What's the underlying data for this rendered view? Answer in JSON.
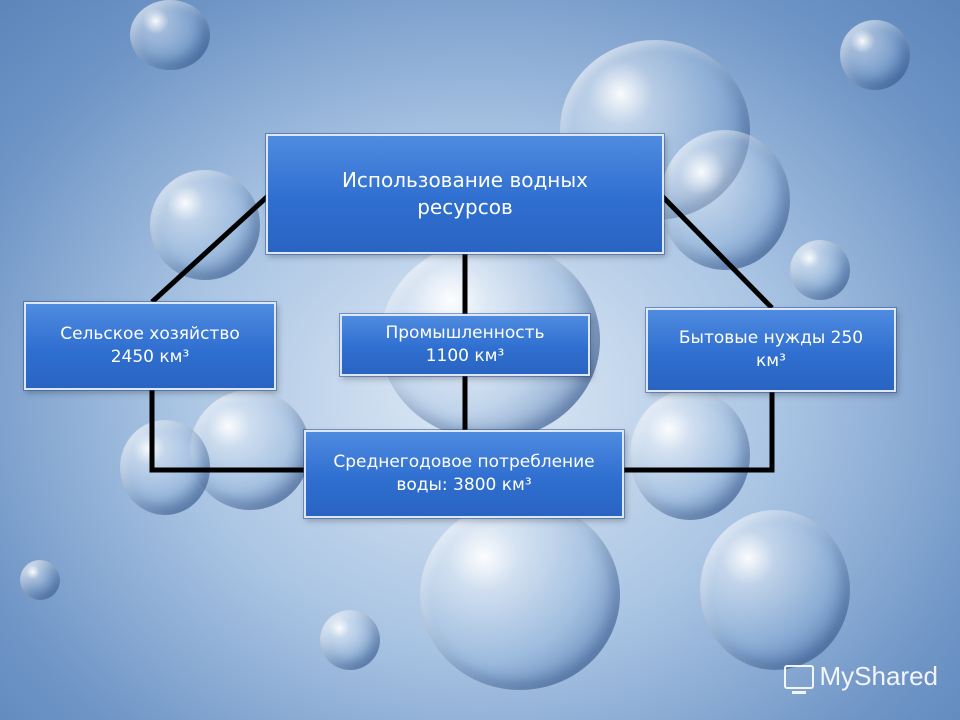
{
  "diagram": {
    "root": {
      "label": "Использование водных\nресурсов"
    },
    "branches": [
      {
        "id": "agriculture",
        "label": "Сельское хозяйство\n2450 км³"
      },
      {
        "id": "industry",
        "label": "Промышленность\n1100 км³"
      },
      {
        "id": "household",
        "label": "Бытовые нужды 250\nкм³"
      }
    ],
    "total": {
      "label": "Среднегодовое потребление\nводы: 3800 км³"
    }
  },
  "watermark": {
    "text": "MyShared",
    "icon": "monitor-icon"
  },
  "colors": {
    "box": "#2f6fd0",
    "box_border": "#dce8fa",
    "connector": "#000000"
  }
}
